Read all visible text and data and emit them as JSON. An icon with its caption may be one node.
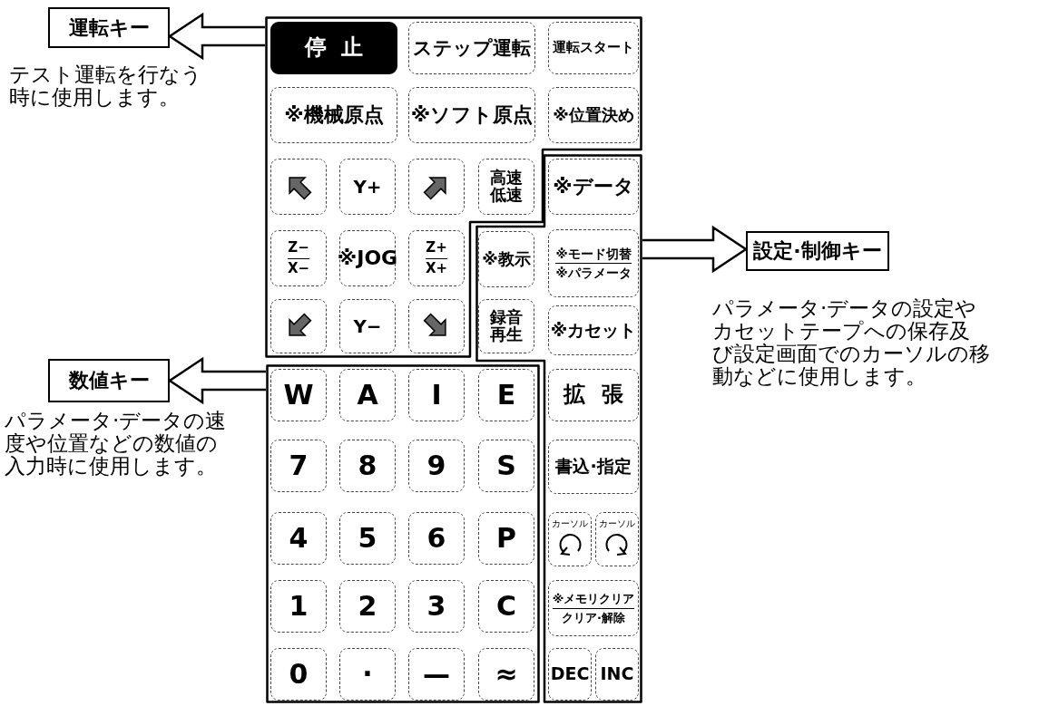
{
  "diagram": {
    "nodes": [
      {
        "text": [
          "運転キー"
        ],
        "beside": [
          "テスト運転を行なう時に使用します。"
        ]
      },
      {
        "text": [],
        "shape": "box"
      },
      {
        "text": [
          "停止"
        ],
        "in": 1
      },
      {
        "text": [
          "ステップ運転"
        ],
        "in": 1
      },
      {
        "text": [
          "運転スタート"
        ],
        "in": 1
      },
      {
        "text": [
          "※機械原点"
        ],
        "in": 1
      },
      {
        "text": [
          "※ソフト原点"
        ],
        "in": 1
      },
      {
        "text": [
          "※位置決め"
        ],
        "in": 1
      },
      {
        "text": [],
        "shape": "box",
        "in": 1
      },
      {
        "text": [
          "Y+"
        ],
        "in": 1
      },
      {
        "text": [],
        "shape": "box",
        "in": 1
      },
      {
        "text": [
          "高速低速"
        ],
        "in": 1
      },
      {
        "text": [
          "Z−",
          "X−"
        ],
        "in": 1
      },
      {
        "text": [
          "※JOG"
        ],
        "in": 1
      },
      {
        "text": [
          "Z+",
          "X+"
        ],
        "in": 1
      },
      {
        "text": [],
        "shape": "box",
        "in": 1
      },
      {
        "text": [
          "Y−"
        ],
        "in": 1
      },
      {
        "text": [],
        "shape": "box",
        "in": 1
      },
      {
        "text": [
          "設定·制御キー"
        ],
        "beside": [
          "パラメータ·データの設定やカセットテープへの保存及び設定画面でのカーソルの移動などに使用します。"
        ]
      },
      {
        "text": [],
        "shape": "box"
      },
      {
        "text": [
          "※データ"
        ],
        "in": 19
      },
      {
        "text": [
          "※教示"
        ],
        "in": 19
      },
      {
        "text": [
          "※モード切替",
          "※パラメータ"
        ],
        "in": 19
      },
      {
        "text": [
          "録音再生"
        ],
        "in": 19
      },
      {
        "text": [
          "※カセット"
        ],
        "in": 19
      },
      {
        "text": [
          "拡張"
        ],
        "in": 19
      },
      {
        "text": [
          "書込·指定"
        ],
        "in": 19
      },
      {
        "text": [
          "カーソル"
        ],
        "in": 19
      },
      {
        "text": [
          "カーソル"
        ],
        "in": 19
      },
      {
        "text": [
          "※メモリクリア",
          "クリア·解除"
        ],
        "in": 19
      },
      {
        "text": [
          "DEC"
        ],
        "in": 19
      },
      {
        "text": [
          "INC"
        ],
        "in": 19
      },
      {
        "text": [
          "数値キー"
        ],
        "beside": [
          "パラメータ·データの速度や位置などの数値の入力時に使用します。"
        ]
      },
      {
        "text": [],
        "shape": "box"
      },
      {
        "text": [
          "W"
        ],
        "in": 33
      },
      {
        "text": [
          "A"
        ],
        "in": 33
      },
      {
        "text": [
          "I"
        ],
        "in": 33
      },
      {
        "text": [
          "E"
        ],
        "in": 33
      },
      {
        "text": [
          "7"
        ],
        "in": 33
      },
      {
        "text": [
          "8"
        ],
        "in": 33
      },
      {
        "text": [
          "9"
        ],
        "in": 33
      },
      {
        "text": [
          "S"
        ],
        "in": 33
      },
      {
        "text": [
          "4"
        ],
        "in": 33
      },
      {
        "text": [
          "5"
        ],
        "in": 33
      },
      {
        "text": [
          "6"
        ],
        "in": 33
      },
      {
        "text": [
          "P"
        ],
        "in": 33
      },
      {
        "text": [
          "1"
        ],
        "in": 33
      },
      {
        "text": [
          "2"
        ],
        "in": 33
      },
      {
        "text": [
          "3"
        ],
        "in": 33
      },
      {
        "text": [
          "C"
        ],
        "in": 33
      },
      {
        "text": [
          "0"
        ],
        "in": 33
      },
      {
        "text": [
          "·"
        ],
        "in": 33
      },
      {
        "text": [
          "—"
        ],
        "in": 33
      },
      {
        "text": [
          "≈"
        ],
        "in": 33
      }
    ],
    "edges": [
      {
        "from": 1,
        "to": 0,
        "arrow": "to",
        "style": "thick"
      },
      {
        "from": 19,
        "to": 18,
        "arrow": "to",
        "style": "thick"
      },
      {
        "from": 33,
        "to": 32,
        "arrow": "to",
        "style": "thick"
      }
    ]
  }
}
